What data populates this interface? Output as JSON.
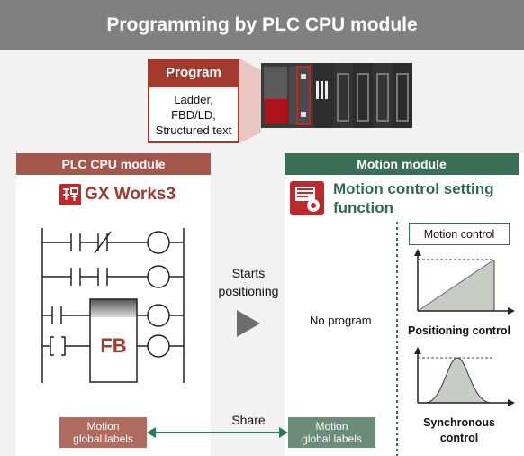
{
  "banner": {
    "title": "Programming by PLC CPU module"
  },
  "program_box": {
    "title": "Program",
    "lines": [
      "Ladder,",
      "FBD/LD,",
      "Structured text"
    ]
  },
  "left_panel": {
    "header": "PLC CPU module",
    "software_title": "GX Works3",
    "fb_label": "FB",
    "labels_box": [
      "Motion",
      "global labels"
    ]
  },
  "middle": {
    "starts": [
      "Starts",
      "positioning"
    ],
    "share": "Share"
  },
  "right_panel": {
    "header": "Motion module",
    "function_title": [
      "Motion control setting",
      "function"
    ],
    "no_program": "No program",
    "motion_control_box": "Motion control",
    "positioning_label": "Positioning control",
    "synchronous_label": [
      "Synchronous",
      "control"
    ],
    "labels_box": [
      "Motion",
      "global labels"
    ]
  },
  "colors": {
    "banner": "#808080",
    "plc_red": "#a33a2e",
    "motion_green": "#3b6e57"
  },
  "icons": [
    "plc-device-icon",
    "gx-works3-icon",
    "motion-setting-icon",
    "play-arrow-icon",
    "double-arrow-icon"
  ]
}
